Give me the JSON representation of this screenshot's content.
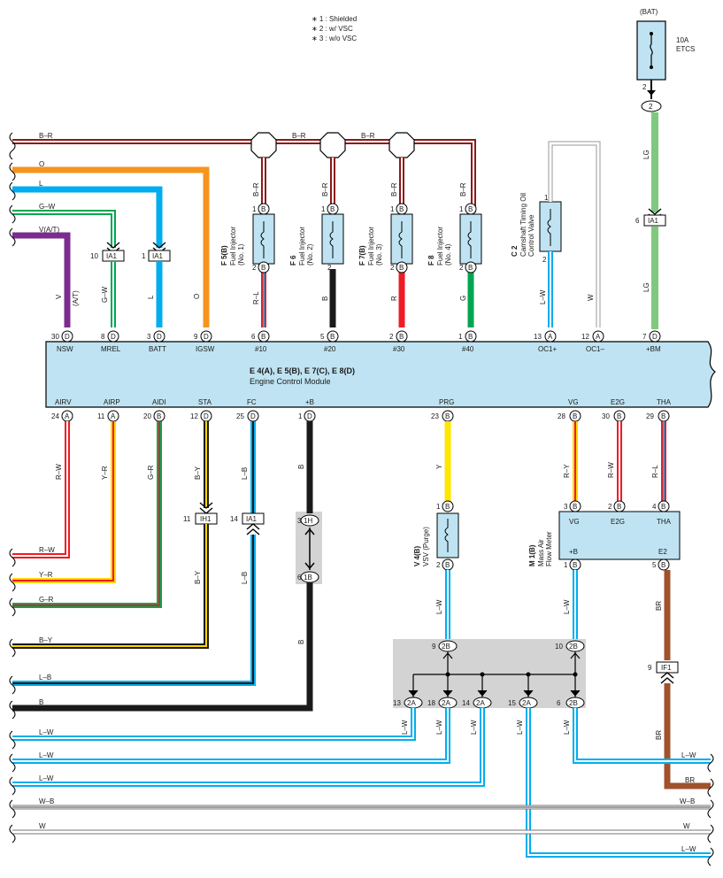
{
  "notes": [
    "∗ 1 : Shielded",
    "∗ 2 : w/ VSC",
    "∗ 3 : w/o VSC"
  ],
  "colors": {
    "B-R": "#8b1a1a",
    "O": "#f7941d",
    "L": "#00aeef",
    "G-W": "#00a651",
    "V": "#7b2d8e",
    "R-L": "#ee1c25",
    "B": "#1a1a1a",
    "R": "#ee1c25",
    "G": "#00a651",
    "L-W": "#00aeef",
    "W": "#ffffff",
    "LG": "#7fc97f",
    "R-W": "#ee1c25",
    "Y-R": "#ffd700",
    "G-R": "#00a651",
    "B-Y": "#1a1a1a",
    "L-B": "#00aeef",
    "Y": "#ffe600",
    "R-Y": "#ee1c25",
    "BR": "#a0522d",
    "W-B": "#ffffff",
    "ecm_fill": "#bfe3f2",
    "splice_fill": "#d3d3d3"
  },
  "power": {
    "label": "(BAT)",
    "fuse_label": "10A",
    "fuse_name": "ETCS",
    "pin": "2",
    "conn": "2"
  },
  "wires": {
    "br_top": "B–R",
    "o": "O",
    "l": "L",
    "gw": "G–W",
    "vat": "V(A/T)",
    "v": "V",
    "at": "(A/T)",
    "b_r": "B–R",
    "r_l": "R–L",
    "b": "B",
    "r": "R",
    "g": "G",
    "l_w": "L–W",
    "w": "W",
    "lg": "LG",
    "r_w": "R–W",
    "y_r": "Y–R",
    "g_r": "G–R",
    "b_y": "B–Y",
    "l_b": "L–B",
    "y": "Y",
    "r_y": "R–Y",
    "br": "BR",
    "w_b": "W–B"
  },
  "connectors": {
    "ia1": "IA1",
    "ih1": "IH1",
    "if1": "IF1",
    "c1h": "1H",
    "c1b": "1B",
    "c2b": "2B",
    "c2a": "2A",
    "pin_10": "10",
    "pin_1": "1",
    "pin_11": "11",
    "pin_14": "14",
    "pin_3": "3",
    "pin_6": "6",
    "pin_9": "9",
    "pin_13": "13",
    "pin_18": "18",
    "pin_15": "15"
  },
  "components": {
    "f5": {
      "ref": "F 5(B)",
      "name": "Fuel Injector",
      "sub": "(No. 1)"
    },
    "f6": {
      "ref": "F 6",
      "name": "Fuel Injector",
      "sub": "(No. 2)"
    },
    "f7": {
      "ref": "F 7(B)",
      "name": "Fuel Injector",
      "sub": "(No. 3)"
    },
    "f8": {
      "ref": "F 8",
      "name": "Fuel Injector",
      "sub": "(No. 4)"
    },
    "c2": {
      "ref": "C 2",
      "name": "Camshaft Timing Oil",
      "sub": "Control Valve"
    },
    "v4": {
      "ref": "V 4(B)",
      "name": "VSV (Purge)"
    },
    "m1": {
      "ref": "M 1(B)",
      "name": "Mass Air",
      "sub": "Flow Meter"
    }
  },
  "ecm": {
    "title": "E 4(A), E 5(B), E 7(C), E 8(D)",
    "subtitle": "Engine Control Module",
    "top_pins": [
      {
        "num": "30",
        "conn": "D",
        "label": "NSW"
      },
      {
        "num": "8",
        "conn": "D",
        "label": "MREL"
      },
      {
        "num": "3",
        "conn": "D",
        "label": "BATT"
      },
      {
        "num": "9",
        "conn": "D",
        "label": "IGSW"
      },
      {
        "num": "6",
        "conn": "B",
        "label": "#10"
      },
      {
        "num": "5",
        "conn": "B",
        "label": "#20"
      },
      {
        "num": "2",
        "conn": "B",
        "label": "#30"
      },
      {
        "num": "1",
        "conn": "B",
        "label": "#40"
      },
      {
        "num": "13",
        "conn": "A",
        "label": "OC1+"
      },
      {
        "num": "12",
        "conn": "A",
        "label": "OC1–"
      },
      {
        "num": "7",
        "conn": "D",
        "label": "+BM"
      }
    ],
    "bottom_pins": [
      {
        "num": "24",
        "conn": "A",
        "label": "AIRV"
      },
      {
        "num": "11",
        "conn": "A",
        "label": "AIRP"
      },
      {
        "num": "20",
        "conn": "B",
        "label": "AIDI"
      },
      {
        "num": "12",
        "conn": "D",
        "label": "STA"
      },
      {
        "num": "25",
        "conn": "D",
        "label": "FC"
      },
      {
        "num": "1",
        "conn": "D",
        "label": "+B"
      },
      {
        "num": "23",
        "conn": "B",
        "label": "PRG"
      },
      {
        "num": "28",
        "conn": "B",
        "label": "VG"
      },
      {
        "num": "30",
        "conn": "B",
        "label": "E2G"
      },
      {
        "num": "29",
        "conn": "B",
        "label": "THA"
      }
    ]
  },
  "injector_pins": {
    "p1": "1",
    "p2": "2",
    "conn": "B"
  },
  "mafm": {
    "pins": [
      {
        "num": "3",
        "conn": "B",
        "label": "VG"
      },
      {
        "num": "2",
        "conn": "B",
        "label": "E2G"
      },
      {
        "num": "4",
        "conn": "B",
        "label": "THA"
      },
      {
        "num": "1",
        "conn": "B",
        "label": "+B"
      },
      {
        "num": "5",
        "conn": "B",
        "label": "E2"
      }
    ]
  },
  "c2_pins": {
    "p1": "1",
    "p2": "2"
  },
  "v4_pins": {
    "p1": "1",
    "p2": "2",
    "conn": "B"
  }
}
